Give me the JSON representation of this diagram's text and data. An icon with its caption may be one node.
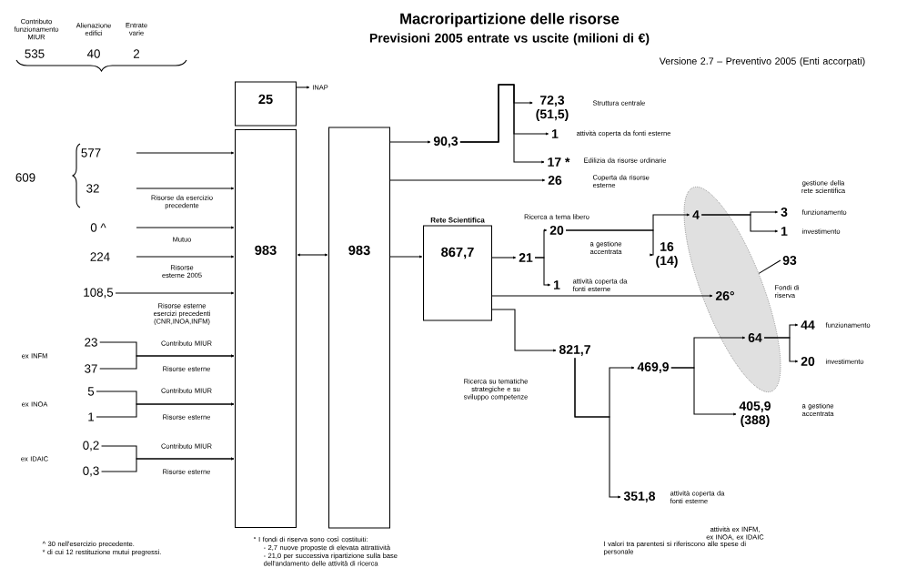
{
  "diagram": {
    "title": "Macroripartizione delle risorse",
    "nodes": [
      {
        "text": [
          "25"
        ]
      },
      {
        "text": [
          "983"
        ]
      },
      {
        "text": [
          "983"
        ]
      },
      {
        "text": [
          "Rete Scientifica",
          "867,7"
        ]
      },
      {
        "text": [
          "577"
        ]
      },
      {
        "text": [
          "32"
        ]
      },
      {
        "text": [
          "0 ^"
        ]
      },
      {
        "text": [
          "224"
        ]
      },
      {
        "text": [
          "108,5"
        ]
      },
      {
        "text": [
          "23"
        ]
      },
      {
        "text": [
          "37"
        ]
      },
      {
        "text": [
          "5"
        ]
      },
      {
        "text": [
          "1"
        ]
      },
      {
        "text": [
          "0,2"
        ]
      },
      {
        "text": [
          "0,3"
        ]
      },
      {
        "text": [
          "INAP"
        ]
      },
      {
        "text": [
          "90,3"
        ]
      },
      {
        "text": [
          "72,3",
          "(51,5)"
        ],
        "beside": [
          "Struttura centrale"
        ]
      },
      {
        "text": [
          "1"
        ],
        "beside": [
          "attività coperta da fonti esterne"
        ]
      },
      {
        "text": [
          "17 *"
        ],
        "beside": [
          "Edilizia da risorse ordinarie"
        ]
      },
      {
        "text": [
          "26"
        ],
        "beside": [
          "Coperta da risorse esterne"
        ]
      },
      {
        "text": [
          "21"
        ]
      },
      {
        "text": [
          "20"
        ],
        "beside": [
          "Ricerca a tema libero",
          "a gestione accentrata"
        ]
      },
      {
        "text": [
          "1"
        ],
        "beside": [
          "attività coperta da fonti esterne"
        ]
      },
      {
        "text": [
          "16",
          "(14)"
        ]
      },
      {
        "text": [],
        "shape": "ellipse",
        "beside": [
          "Fondi di riserva"
        ]
      },
      {
        "text": [
          "4"
        ],
        "in": 25
      },
      {
        "text": [
          "26°"
        ],
        "in": 25
      },
      {
        "text": [
          "64"
        ],
        "in": 25
      },
      {
        "text": [
          "3"
        ],
        "beside": [
          "funzionamento"
        ]
      },
      {
        "text": [
          "1"
        ],
        "beside": [
          "investimento"
        ]
      },
      {
        "text": [
          "93"
        ]
      },
      {
        "text": [
          "44"
        ],
        "beside": [
          "funzionamento"
        ]
      },
      {
        "text": [
          "20"
        ],
        "beside": [
          "investimento"
        ]
      },
      {
        "text": [
          "821,7"
        ],
        "beside": [
          "Ricerca su tematiche strategiche e su sviluppo competenze"
        ]
      },
      {
        "text": [
          "469,9"
        ]
      },
      {
        "text": [
          "405,9",
          "(388)"
        ],
        "beside": [
          "a gestione accentrata"
        ]
      },
      {
        "text": [
          "351,8"
        ],
        "beside": [
          "attività coperta da fonti esterne"
        ]
      }
    ],
    "edges": [
      {
        "from": 4,
        "to": 1,
        "arrow": "to"
      },
      {
        "from": 5,
        "to": 1,
        "arrow": "to",
        "label": "Risorse da esercizio precedente"
      },
      {
        "from": 6,
        "to": 1,
        "arrow": "to",
        "label": "Mutuo"
      },
      {
        "from": 7,
        "to": 1,
        "arrow": "to",
        "label": "Risorse esterne 2005"
      },
      {
        "from": 8,
        "to": 1,
        "arrow": "to",
        "label": "Risorse esterne esercizi precedenti (CNR,INOA,INFM)"
      },
      {
        "from": 9,
        "to": 1,
        "arrow": "to",
        "label": "Contributo MIUR"
      },
      {
        "from": 10,
        "to": 1,
        "arrow": "to",
        "label": "Risorse esterne"
      },
      {
        "from": 11,
        "to": 1,
        "arrow": "to",
        "label": "Contributo MIUR"
      },
      {
        "from": 12,
        "to": 1,
        "arrow": "to",
        "label": "Risorse esterne"
      },
      {
        "from": 13,
        "to": 1,
        "arrow": "to",
        "label": "Contributo MIUR"
      },
      {
        "from": 14,
        "to": 1,
        "arrow": "to",
        "label": "Risorse esterne"
      },
      {
        "from": 0,
        "to": 15,
        "arrow": "to"
      },
      {
        "from": 1,
        "to": 2,
        "arrow": "both"
      },
      {
        "from": 2,
        "to": 16,
        "arrow": "to"
      },
      {
        "from": 16,
        "to": 17,
        "arrow": "to"
      },
      {
        "from": 16,
        "to": 18,
        "arrow": "to"
      },
      {
        "from": 16,
        "to": 19,
        "arrow": "to"
      },
      {
        "from": 2,
        "to": 20,
        "arrow": "to"
      },
      {
        "from": 2,
        "to": 3,
        "arrow": "to"
      },
      {
        "from": 3,
        "to": 21,
        "arrow": "to"
      },
      {
        "from": 21,
        "to": 22,
        "arrow": "to"
      },
      {
        "from": 21,
        "to": 23,
        "arrow": "to"
      },
      {
        "from": 22,
        "to": 26,
        "arrow": "to"
      },
      {
        "from": 22,
        "to": 24,
        "arrow": "to"
      },
      {
        "from": 26,
        "to": 29,
        "arrow": "to"
      },
      {
        "from": 26,
        "to": 30,
        "arrow": "to"
      },
      {
        "from": 3,
        "to": 27,
        "arrow": "to"
      },
      {
        "from": 3,
        "to": 34,
        "arrow": "to"
      },
      {
        "from": 34,
        "to": 35,
        "arrow": "to"
      },
      {
        "from": 34,
        "to": 37,
        "arrow": "to"
      },
      {
        "from": 35,
        "to": 28,
        "arrow": "to"
      },
      {
        "from": 35,
        "to": 36,
        "arrow": "to"
      },
      {
        "from": 28,
        "to": 32,
        "arrow": "to"
      },
      {
        "from": 28,
        "to": 33,
        "arrow": "to"
      },
      {
        "from": 31,
        "to": 25,
        "arrow": "none"
      }
    ],
    "labels": [
      "Previsioni 2005 entrate vs uscite (milioni di €)",
      "Versione 2.7 – Preventivo 2005 (Enti accorpati)",
      "Contributo funzionamento MIUR",
      "Alienazione edifici",
      "Entrate varie",
      "535",
      "40",
      "2",
      "609",
      "gestione della rete scientifica",
      "ex INFM",
      "ex INOA",
      "ex IDAIC",
      "attività ex INFM, ex INOA, ex IDAIC",
      "^ 30 nell'esercizio precedente.",
      "* di cui 12 restituzione mutui pregressi.",
      "° I fondi di riserva sono così costituiti:",
      "- 2,7 nuove proposte di elevata attrattività",
      "- 21,0 per successiva ripartizione sulla base dell'andamento delle attività di ricerca",
      "I valori tra parentesi si riferiscono alle spese di personale"
    ]
  }
}
